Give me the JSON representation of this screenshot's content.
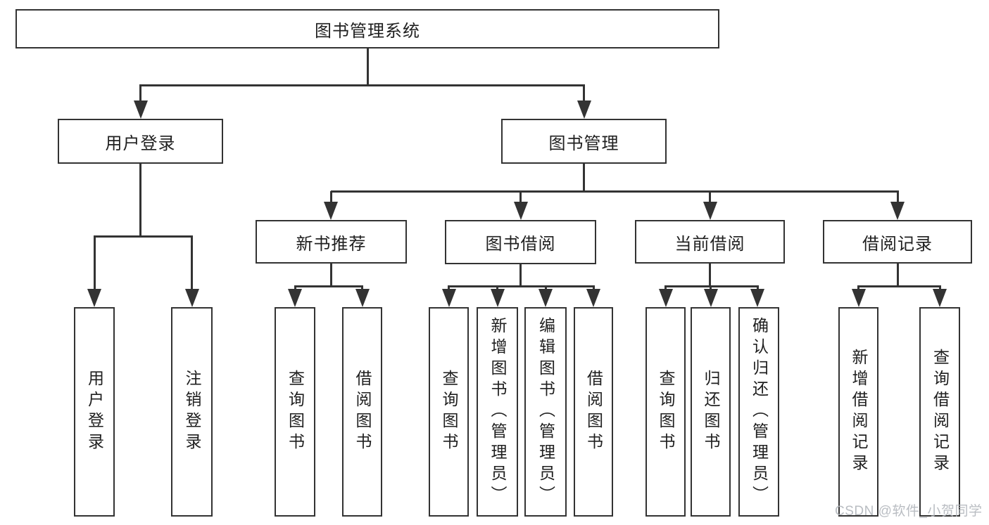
{
  "diagram": {
    "type": "hierarchy-tree",
    "watermark": "CSDN @软件_小贺同学",
    "colors": {
      "line": "#333333",
      "box_border": "#333333",
      "text": "#1f1f1f",
      "background": "#ffffff",
      "watermark": "#b2b6bc"
    },
    "tree": {
      "root": "图书管理系统",
      "branches": [
        {
          "label": "用户登录",
          "children": [
            "用户登录",
            "注销登录"
          ]
        },
        {
          "label": "图书管理",
          "children": [
            {
              "label": "新书推荐",
              "children": [
                "查询图书",
                "借阅图书"
              ]
            },
            {
              "label": "图书借阅",
              "children": [
                "查询图书",
                "新增图书（管理员）",
                "编辑图书（管理员）",
                "借阅图书"
              ]
            },
            {
              "label": "当前借阅",
              "children": [
                "查询图书",
                "归还图书",
                "确认归还（管理员）"
              ]
            },
            {
              "label": "借阅记录",
              "children": [
                "新增借阅记录",
                "查询借阅记录"
              ]
            }
          ]
        }
      ]
    }
  }
}
